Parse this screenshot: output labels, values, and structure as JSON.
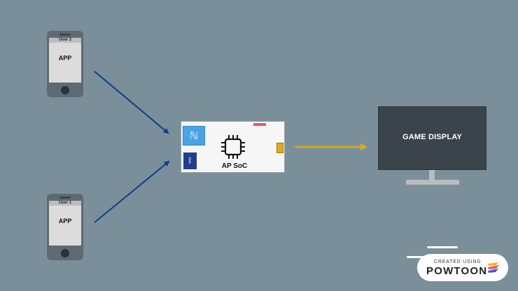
{
  "phones": [
    {
      "user_label": "User 2",
      "app_label": "APP"
    },
    {
      "user_label": "User 1",
      "app_label": "APP"
    }
  ],
  "soc": {
    "label": "AP SoC",
    "nfc_glyph": "ℕ",
    "bluetooth_glyph": "ᛒ"
  },
  "display": {
    "label": "GAME DISPLAY"
  },
  "branding": {
    "created_using": "CREATED USING",
    "brand": "POWTOON"
  },
  "colors": {
    "background": "#7a8f99",
    "input_arrow": "#0e3d8c",
    "output_arrow": "#e2a91c",
    "nfc_chip": "#4aa3e6",
    "bluetooth_chip": "#1f3f8a",
    "monitor": "#3b444a"
  }
}
